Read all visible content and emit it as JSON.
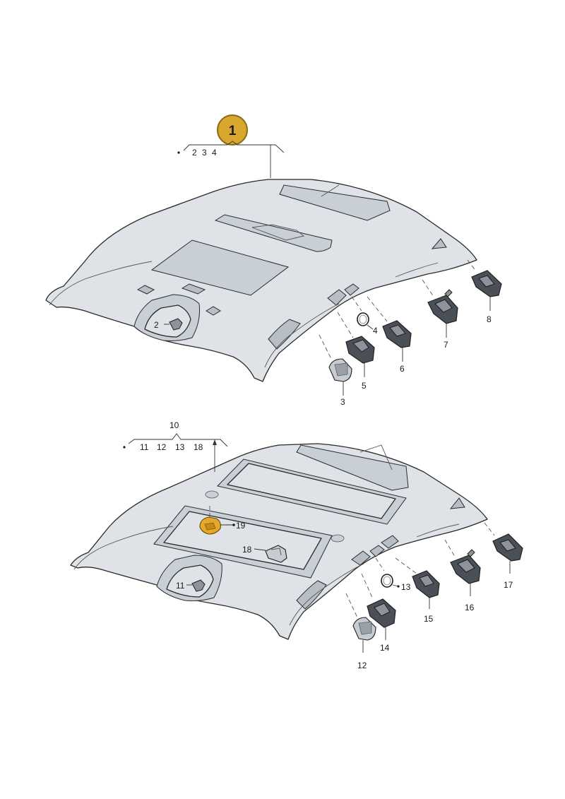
{
  "main_badge": {
    "number": "1",
    "color": "#d9a630"
  },
  "top_group": {
    "sub_items": [
      "2",
      "3",
      "4"
    ]
  },
  "bottom_group": {
    "parent": "10",
    "sub_items": [
      "11",
      "12",
      "13",
      "18"
    ]
  },
  "callouts_top": [
    "2",
    "3",
    "4",
    "5",
    "6",
    "7",
    "8"
  ],
  "callouts_bottom": [
    "11",
    "12",
    "13",
    "14",
    "15",
    "16",
    "17",
    "18",
    "19"
  ],
  "highlight_color": "#e3a92b"
}
